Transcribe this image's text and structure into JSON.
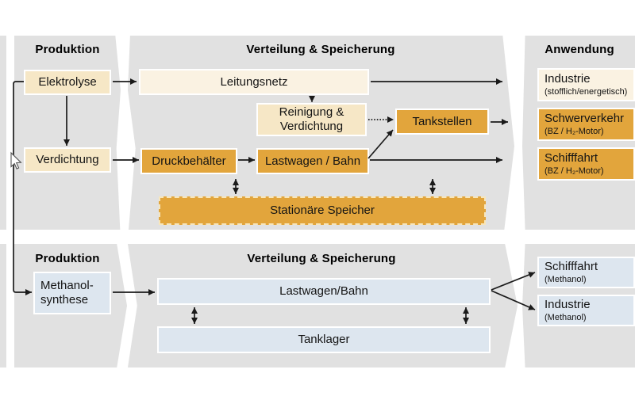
{
  "colors": {
    "panel_gray": "#e1e1e1",
    "orange": "#e2a53c",
    "cream": "#f6e7c6",
    "cream_light": "#faf2e2",
    "blue_light": "#dde6ef",
    "arrow_black": "#1a1a1a"
  },
  "h2_chain": {
    "production_header": "Produktion",
    "distribution_header": "Verteilung & Speicherung",
    "application_header": "Anwendung",
    "elektrolyse": "Elektrolyse",
    "verdichtung": "Verdichtung",
    "leitungsnetz": "Leitungsnetz",
    "reinigung_verdichtung": "Reinigung &\nVerdichtung",
    "druckbehaelter": "Druckbehälter",
    "lastwagen_bahn": "Lastwagen / Bahn",
    "tankstellen": "Tankstellen",
    "stationaere_speicher": "Stationäre Speicher",
    "industrie": "Industrie",
    "industrie_sub": "(stofflich/energetisch)",
    "schwerverkehr": "Schwerverkehr",
    "schwerverkehr_sub": "(BZ / H₂-Motor)",
    "schifffahrt": "Schifffahrt",
    "schifffahrt_sub": "(BZ / H₂-Motor)"
  },
  "methanol_chain": {
    "production_header": "Produktion",
    "distribution_header": "Verteilung & Speicherung",
    "methanol_synthese": "Methanol-\nsynthese",
    "lastwagen_bahn": "Lastwagen/Bahn",
    "tanklager": "Tanklager",
    "schifffahrt": "Schifffahrt",
    "schifffahrt_sub": "(Methanol)",
    "industrie": "Industrie",
    "industrie_sub": "(Methanol)"
  }
}
